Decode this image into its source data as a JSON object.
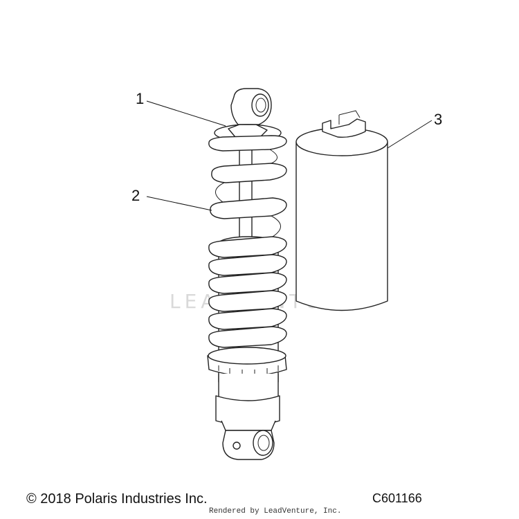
{
  "callouts": [
    {
      "number": "1",
      "part": "upper shock mount"
    },
    {
      "number": "2",
      "part": "coil spring"
    },
    {
      "number": "3",
      "part": "shock cover"
    }
  ],
  "watermark": "LEADVENTURE",
  "footer": {
    "copyright": "© 2018 Polaris Industries Inc.",
    "figure_id": "C601166",
    "render_credit": "Rendered by LeadVenture, Inc."
  }
}
